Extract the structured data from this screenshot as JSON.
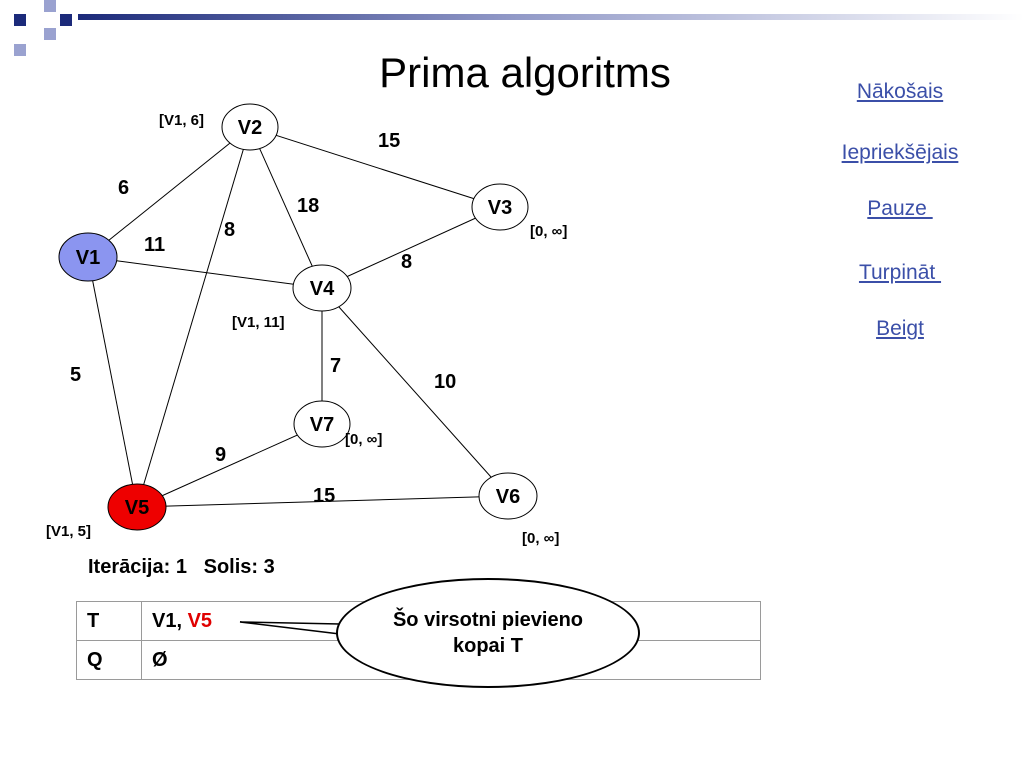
{
  "title": "Prima algoritms",
  "nav": {
    "next": "Nākošais",
    "prev": "Iepriekšējais",
    "pause": "Pauze ",
    "continue": "Turpināt ",
    "end": "Beigt"
  },
  "colors": {
    "accent": "#3b4fa8",
    "selected_node": "#8b95f0",
    "current_node": "#ee0000"
  },
  "graph": {
    "nodes": [
      {
        "id": "V1",
        "label": "V1",
        "distance": ""
      },
      {
        "id": "V2",
        "label": "V2",
        "distance": "[V1, 6]"
      },
      {
        "id": "V3",
        "label": "V3",
        "distance": "[0, ∞]"
      },
      {
        "id": "V4",
        "label": "V4",
        "distance": "[V1, 11]"
      },
      {
        "id": "V5",
        "label": "V5",
        "distance": "[V1, 5]"
      },
      {
        "id": "V6",
        "label": "V6",
        "distance": "[0, ∞]"
      },
      {
        "id": "V7",
        "label": "V7",
        "distance": "[0, ∞]"
      }
    ],
    "edges": [
      {
        "from": "V1",
        "to": "V2",
        "weight": "6"
      },
      {
        "from": "V1",
        "to": "V4",
        "weight": "11"
      },
      {
        "from": "V1",
        "to": "V5",
        "weight": "5"
      },
      {
        "from": "V2",
        "to": "V3",
        "weight": "15"
      },
      {
        "from": "V2",
        "to": "V4",
        "weight": "18"
      },
      {
        "from": "V2",
        "to": "V5",
        "weight": "8"
      },
      {
        "from": "V4",
        "to": "V3",
        "weight": "8"
      },
      {
        "from": "V4",
        "to": "V7",
        "weight": "7"
      },
      {
        "from": "V4",
        "to": "V6",
        "weight": "10"
      },
      {
        "from": "V7",
        "to": "V5",
        "weight": "9"
      },
      {
        "from": "V5",
        "to": "V6",
        "weight": "15"
      }
    ]
  },
  "status": {
    "iteration": "Iterācija: 1",
    "step": "Solis: 3"
  },
  "sets": {
    "t_label": "T",
    "t_value_prefix": "V1, ",
    "t_value_new": "V5",
    "q_label": "Q",
    "q_value": "Ø"
  },
  "callout": "Šo virsotni pievieno kopai T"
}
